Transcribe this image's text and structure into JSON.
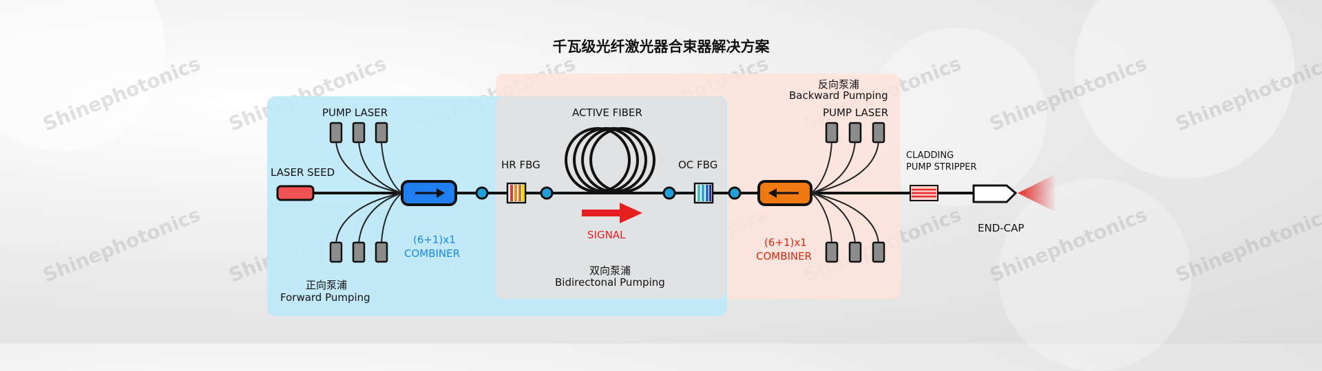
{
  "title": "千瓦级光纤激光器合束器解决方案",
  "watermark": "Shinephotonics",
  "labels": {
    "pump_laser_left": "PUMP LASER",
    "laser_seed": "LASER SEED",
    "combiner_left_line1": "(6+1)x1",
    "combiner_left_line2": "COMBINER",
    "forward_cn": "正向泵浦",
    "forward_en": "Forward Pumping",
    "active_fiber": "ACTIVE FIBER",
    "hr_fbg": "HR FBG",
    "oc_fbg": "OC FBG",
    "signal": "SIGNAL",
    "bidirectional_cn": "双向泵浦",
    "bidirectional_en": "Bidirectonal Pumping",
    "backward_cn": "反向泵浦",
    "backward_en": "Backward Pumping",
    "pump_laser_right": "PUMP LASER",
    "combiner_right_line1": "(6+1)x1",
    "combiner_right_line2": "COMBINER",
    "cladding_line1": "CLADDING",
    "cladding_line2": "PUMP STRIPPER",
    "end_cap": "END-CAP"
  },
  "colors": {
    "forward_zone": "#bde8f7",
    "bidirectional_zone": "#e2e2e2",
    "backward_zone": "#fde3da",
    "combiner_left": "#1f7ff0",
    "combiner_right": "#f07a10",
    "seed": "#f05252",
    "signal_arrow": "#e51f1f",
    "splice": "#1fa0d8"
  }
}
